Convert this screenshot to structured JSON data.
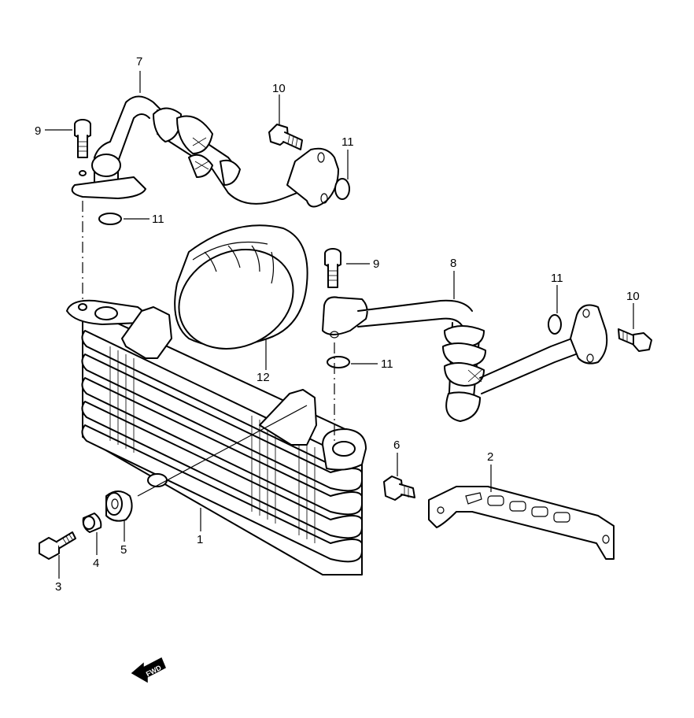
{
  "callouts": {
    "n1": "1",
    "n2": "2",
    "n3": "3",
    "n4": "4",
    "n5": "5",
    "n6": "6",
    "n7": "7",
    "n8": "8",
    "n9a": "9",
    "n9b": "9",
    "n10a": "10",
    "n10b": "10",
    "n11a": "11",
    "n11b": "11",
    "n11c": "11",
    "n11d": "11",
    "n12": "12"
  },
  "fwd_label": "FWD"
}
